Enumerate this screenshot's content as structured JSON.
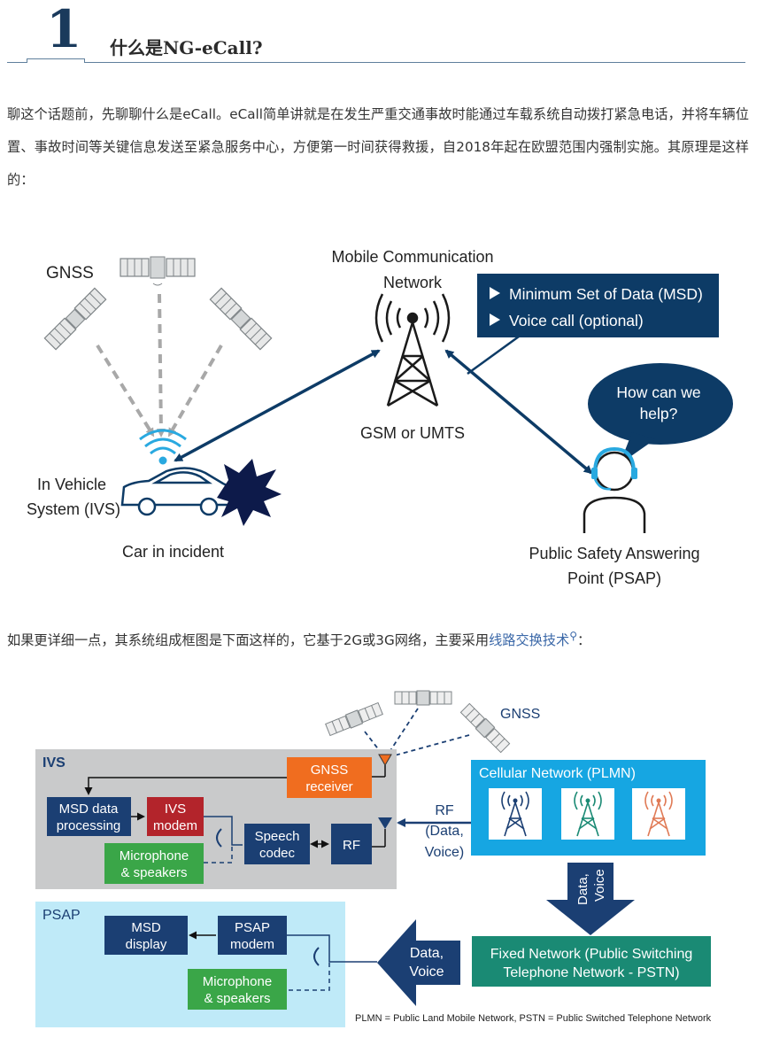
{
  "header": {
    "number": "1",
    "title": "什么是NG-eCall?"
  },
  "paragraphs": {
    "p1": "聊这个话题前，先聊聊什么是eCall。eCall简单讲就是在发生严重交通事故时能通过车载系统自动拨打紧急电话，并将车辆位置、事故时间等关键信息发送至紧急服务中心，方便第一时间获得救援，自2018年起在欧盟范围内强制实施。其原理是这样的：",
    "p2_before": "如果更详细一点，其系统组成框图是下面这样的，它基于2G或3G网络，主要采用",
    "p2_link": "线路交换技术",
    "p2_after": "："
  },
  "figure1": {
    "gnss": "GNSS",
    "network_line1": "Mobile Communication",
    "network_line2": "Network",
    "msd_item": "Minimum Set of Data (MSD)",
    "voice_item": "Voice call (optional)",
    "gsm": "GSM or UMTS",
    "bubble_line1": "How can we",
    "bubble_line2": "help?",
    "ivs_line1": "In Vehicle",
    "ivs_line2": "System (IVS)",
    "car": "Car in incident",
    "psap_line1": "Public Safety Answering",
    "psap_line2": "Point (PSAP)",
    "colors": {
      "navy": "#0d3b66",
      "gray_arrow": "#a8a8a8",
      "wifi": "#29a9e0"
    }
  },
  "figure2": {
    "gnss": "GNSS",
    "ivs": "IVS",
    "gnss_receiver_1": "GNSS",
    "gnss_receiver_2": "receiver",
    "msd_processing_1": "MSD data",
    "msd_processing_2": "processing",
    "ivs_modem_1": "IVS",
    "ivs_modem_2": "modem",
    "speech_codec_1": "Speech",
    "speech_codec_2": "codec",
    "rf_box": "RF",
    "mic_1": "Microphone",
    "mic_2": "& speakers",
    "rf_label_1": "RF",
    "rf_label_2": "(Data,",
    "rf_label_3": "Voice)",
    "cellular": "Cellular Network (PLMN)",
    "data_voice_v_1": "Data,",
    "data_voice_v_2": "Voice",
    "fixed_1": "Fixed Network (Public Switching",
    "fixed_2": "Telephone Network - PSTN)",
    "psap": "PSAP",
    "msd_display_1": "MSD",
    "msd_display_2": "display",
    "psap_modem_1": "PSAP",
    "psap_modem_2": "modem",
    "psap_mic_1": "Microphone",
    "psap_mic_2": "& speakers",
    "data_voice_h_1": "Data,",
    "data_voice_h_2": "Voice",
    "footnote": "PLMN = Public Land Mobile Network, PSTN = Public Switched Telephone  Network",
    "colors": {
      "navy": "#1b3f73",
      "red": "#b3242b",
      "orange": "#f06d1f",
      "green": "#3aa648",
      "gray_panel": "#c9cacb",
      "cyan_panel": "#bfeaf8",
      "cellular": "#16a6e2",
      "teal": "#1a8a74"
    }
  }
}
